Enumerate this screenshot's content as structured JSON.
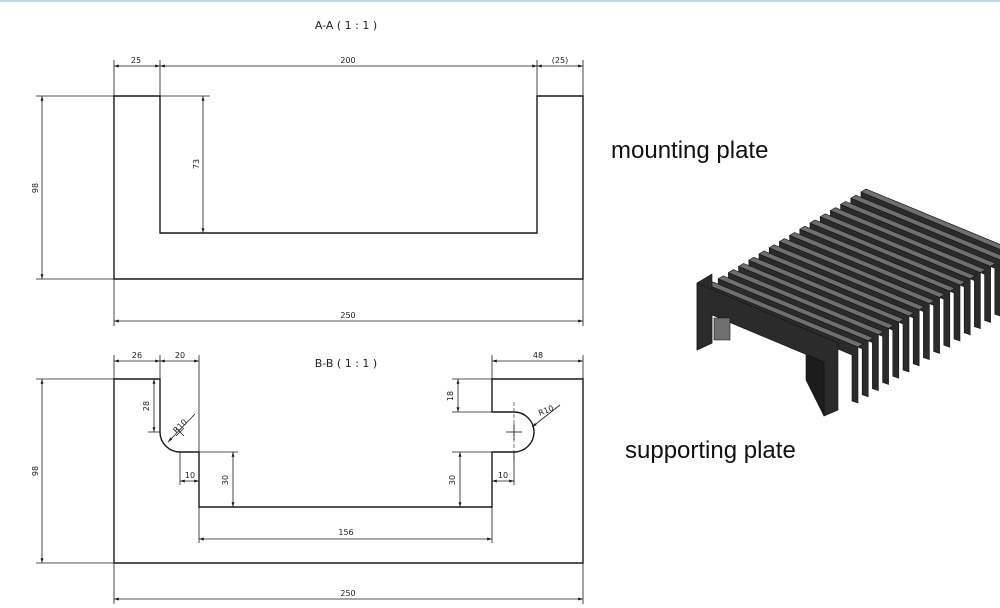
{
  "section_aa": {
    "title": "A-A ( 1 : 1 )",
    "dims": {
      "left_width": "25",
      "slot_width": "200",
      "right_width": "(25)",
      "height": "98",
      "slot_depth": "73",
      "total_width": "250"
    }
  },
  "section_bb": {
    "title": "B-B ( 1 : 1 )",
    "dims": {
      "left_width": "26",
      "slot_left_width": "20",
      "right_width": "48",
      "height": "98",
      "left_notch": "28",
      "right_notch": "18",
      "left_radius": "R10",
      "right_radius": "R10",
      "left_offset": "10",
      "right_offset": "10",
      "left_step": "30",
      "right_step": "30",
      "bottom_width": "156",
      "total_width": "250"
    }
  },
  "labels": {
    "mounting": "mounting plate",
    "supporting": "supporting plate"
  },
  "colors": {
    "drawing_line": "#1a1a1a",
    "product_fill": "#2b2b2b",
    "product_highlight": "#6f6f6f"
  }
}
